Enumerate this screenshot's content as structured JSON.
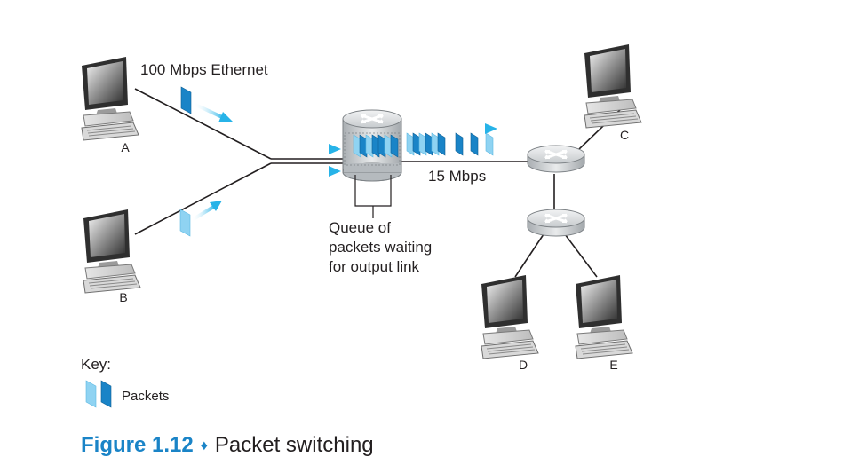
{
  "labels": {
    "ethernet": "100 Mbps Ethernet",
    "link_speed": "15 Mbps",
    "queue_line1": "Queue of",
    "queue_line2": "packets waiting",
    "queue_line3": "for output link",
    "host_a": "A",
    "host_b": "B",
    "host_c": "C",
    "host_d": "D",
    "host_e": "E"
  },
  "key": {
    "title": "Key:",
    "packets_label": "Packets"
  },
  "caption": {
    "figure": "Figure 1.12",
    "separator": "♦",
    "title": "Packet switching"
  },
  "colors": {
    "packet_dark": "#1a84c7",
    "packet_light": "#8fd3f2",
    "arrow": "#27b3e8",
    "line": "#231f20",
    "router_body": "#cfd3d6",
    "caption_accent": "#1a84c7"
  }
}
